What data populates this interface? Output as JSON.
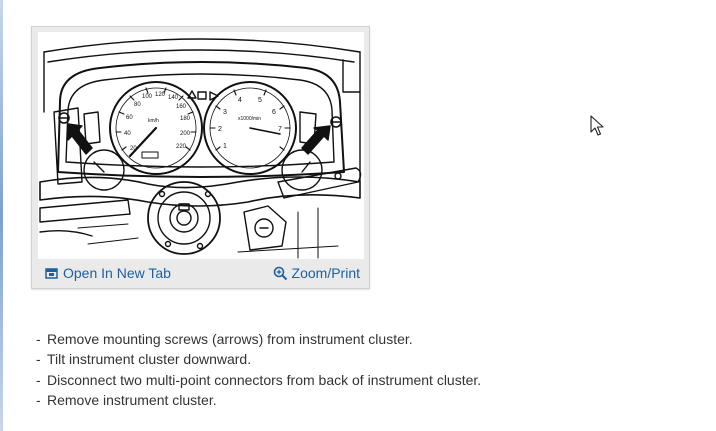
{
  "figure": {
    "image_alt": "Instrument cluster mounting screws diagram",
    "gauges": {
      "speedometer": [
        "20",
        "40",
        "60",
        "80",
        "100",
        "120",
        "140",
        "160",
        "180",
        "200",
        "220",
        "km/h"
      ],
      "tachometer": [
        "1",
        "2",
        "3",
        "4",
        "5",
        "6",
        "7",
        "x1000/min"
      ]
    },
    "toolbar": {
      "open_tab_label": "Open In New Tab",
      "zoom_label": "Zoom/Print",
      "open_tab_icon": "open-in-new-tab-icon",
      "zoom_icon": "zoom-in-icon"
    }
  },
  "instructions": [
    "Remove mounting screws (arrows) from instrument cluster.",
    "Tilt instrument cluster downward.",
    "Disconnect two multi-point connectors from back of instrument cluster.",
    "Remove instrument cluster."
  ],
  "colors": {
    "link": "#1f5f9e",
    "text": "#333333",
    "card_background": "#eaeaea"
  }
}
